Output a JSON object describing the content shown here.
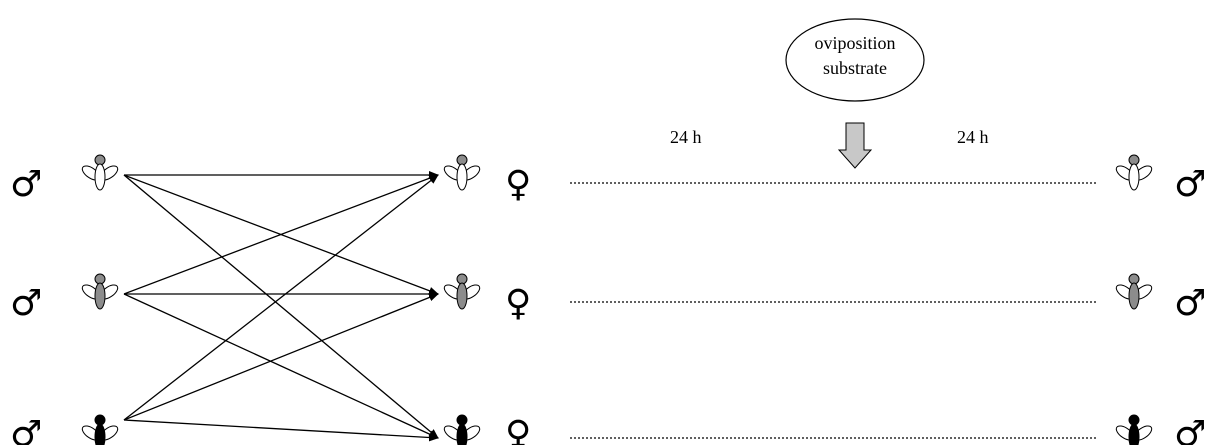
{
  "substrate": {
    "line1": "oviposition",
    "line2": "substrate"
  },
  "times": {
    "left": "24 h",
    "right": "24 h"
  },
  "symbols": {
    "male": "♂",
    "female": "♀"
  },
  "flies": {
    "left": [
      "light",
      "grey",
      "black"
    ],
    "middle": [
      "light",
      "grey",
      "black"
    ],
    "right": [
      "light",
      "grey",
      "black"
    ]
  },
  "fly_colors": {
    "light": "#ffffff",
    "grey": "#8c8c8c",
    "black": "#000000",
    "head": {
      "light": "#8c8c8c",
      "grey": "#8c8c8c",
      "black": "#000000"
    }
  },
  "crosses": {
    "description_free_note": "",
    "edges": [
      [
        0,
        0
      ],
      [
        0,
        1
      ],
      [
        0,
        2
      ],
      [
        1,
        0
      ],
      [
        1,
        1
      ],
      [
        1,
        2
      ],
      [
        2,
        0
      ],
      [
        2,
        1
      ],
      [
        2,
        2
      ]
    ]
  },
  "arrow_color": "#c8c8c8"
}
